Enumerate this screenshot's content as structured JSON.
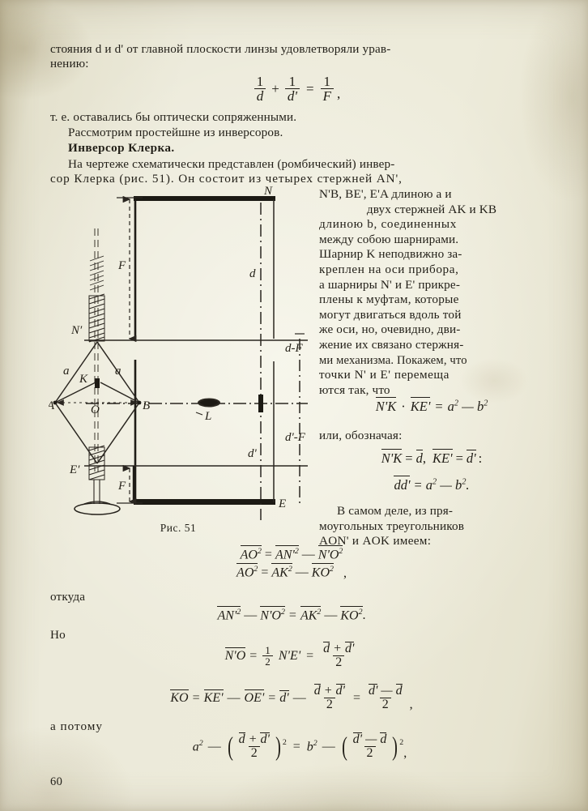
{
  "page": {
    "number": "60",
    "paper_color": "#e9e7d6",
    "ink_color": "#221f18"
  },
  "text": {
    "p1_line1": "стояния d и d' от главной плоскости линзы удовлетворяли урав-",
    "p1_line2": "нению:",
    "eq1": {
      "lhs_num1": "1",
      "lhs_den1": "d",
      "plus": "+",
      "lhs_num2": "1",
      "lhs_den2": "d'",
      "equals": "=",
      "rhs_num": "1",
      "rhs_den": "F",
      "trailing": ","
    },
    "p2": "т. е. оставались бы оптически сопряженными.",
    "p3": "Рассмотрим простейшне из инверсоров.",
    "heading": "Инверсор Клерка.",
    "p4_line1": "На чертеже схематически представлен (ромбический) инвер-",
    "p4_line2": "сор Клерка (рис. 51). Он состоит из четырех стержней AN',",
    "col_lines": [
      "N'B, BE', E'A длиною a и",
      "двух стержней AK и KB",
      "длиною b, соединенных",
      "между собою шарнирами.",
      "Шарнир K неподвижно за-",
      "креплен на оси прибора,",
      "а шарниры N' и E' прикре-",
      "плены к муфтам, которые",
      "могут двигаться вдоль той",
      "же оси, но, очевидно, дви-",
      "жение их связано стержня-",
      "ми механизма. Покажем, что",
      "точки N' и E' перемеща",
      "ются так, что"
    ],
    "eq2": "N'K · KE' = a² — b²",
    "after_eq2": "или, обозначая:",
    "eq3": "N'K = d̄,  KE' = d̄' :",
    "eq4": "dd' = a² — b².",
    "col_lines2": [
      "В самом деле, из пря-",
      "моугольных треугольников",
      "AON' и AOK имеем:"
    ],
    "eq5_line1": "AO² = AN'² — N'O²",
    "eq5_line2": "AO² = AK² — KO²",
    "eq5_comma": ",",
    "label_otkuda": "откуда",
    "eq6": "AN'² — N'O² = AK² — KO².",
    "label_no": "Но",
    "eq7": "N'O = ½ N'E' = (d̄ + d̄')/2",
    "eq8": "KO = KE' — OE' = d̄' — (d̄ + d̄')/2 = (d̄' — d̄)/2 ,",
    "label_apotomu": "а потому",
    "eq9": "a² — ((d̄ + d̄')/2)² = b² — ((d̄' — d̄)/2)² ,"
  },
  "figure": {
    "caption": "Рис. 51",
    "labels": {
      "N_top": "N",
      "N_prime": "N",
      "A": "A",
      "B": "B",
      "O": "O",
      "K": "K",
      "E_prime": "E",
      "E_bottom": "E",
      "L": "L",
      "a_left": "a",
      "a_right": "a",
      "F_top": "F",
      "F_bottom": "F",
      "d": "d",
      "d_prime": "d'",
      "d_minus_F": "d-F",
      "dprime_minus_F": "d'-F"
    }
  }
}
